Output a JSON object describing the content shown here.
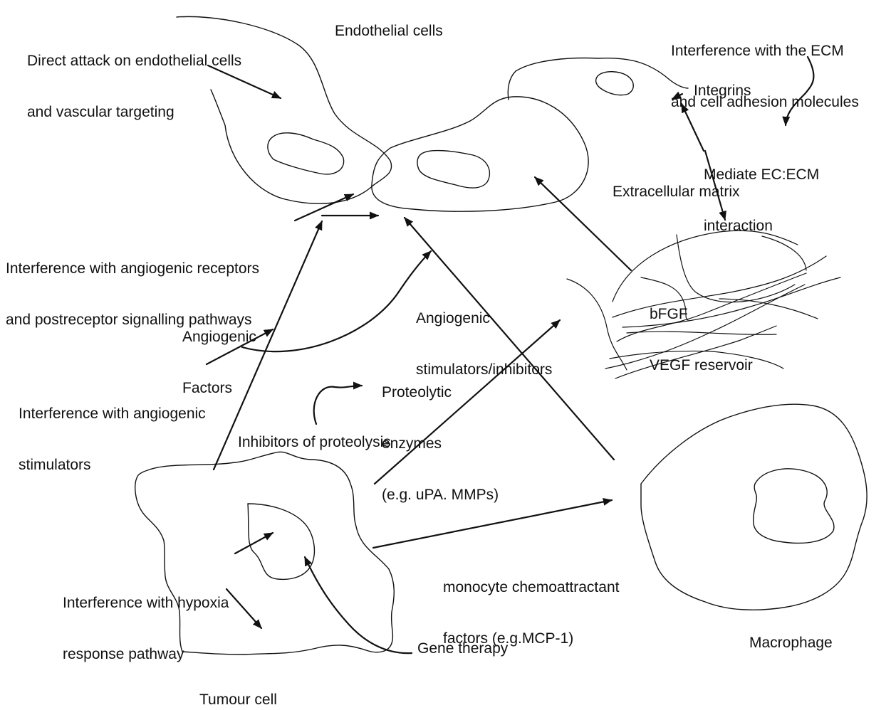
{
  "labels": {
    "direct_attack": [
      "Direct attack on endothelial cells",
      "and vascular targeting"
    ],
    "endothelial_cells": "Endothelial cells",
    "ecm_interference": [
      "Interference with the ECM",
      "and cell adhesion molecules"
    ],
    "integrins": "Integrins",
    "mediate": [
      "Mediate EC:ECM",
      "interaction"
    ],
    "extracellular_matrix": "Extracellular matrix",
    "receptors": [
      "Interference with angiogenic receptors",
      "and postreceptor signalling pathways"
    ],
    "angiogenic_factors": [
      "Angiogenic",
      "Factors"
    ],
    "stimulators_inhibitors": [
      "Angiogenic",
      "stimulators/inhibitors"
    ],
    "reservoir": [
      "bFGF",
      "VEGF reservoir"
    ],
    "interference_stimulators": [
      "Interference with angiogenic",
      "stimulators"
    ],
    "proteolytic": [
      "Proteolytic",
      "enzymes",
      "(e.g. uPA. MMPs)"
    ],
    "inhibitors_proteolysis": "Inhibitors of proteolysis",
    "monocyte": [
      "monocyte chemoattractant",
      "factors (e.g.MCP-1)"
    ],
    "hypoxia": [
      "Interference with hypoxia",
      "response pathway"
    ],
    "gene_therapy": "Gene therapy",
    "macrophage": "Macrophage",
    "tumour_cell": "Tumour cell"
  },
  "colors": {
    "ink": "#111111",
    "background": "#ffffff"
  }
}
